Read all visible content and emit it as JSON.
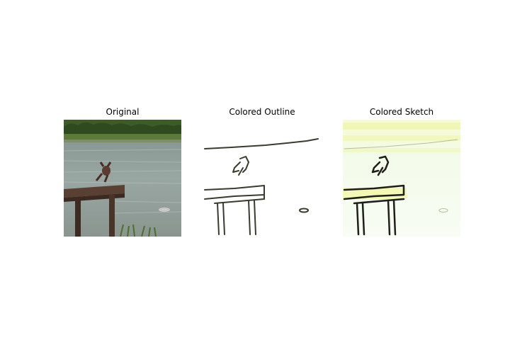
{
  "panels": [
    {
      "title": "Original"
    },
    {
      "title": "Colored Outline"
    },
    {
      "title": "Colored Sketch"
    }
  ],
  "colors": {
    "background": "#ffffff",
    "water": "#8c9a96",
    "trees": "#2f4a1f",
    "dock": "#5a4032",
    "outline_stroke": "#3a3a2e",
    "sketch_tint": "#f4fde6",
    "sketch_yellow": "#eef5a8"
  }
}
